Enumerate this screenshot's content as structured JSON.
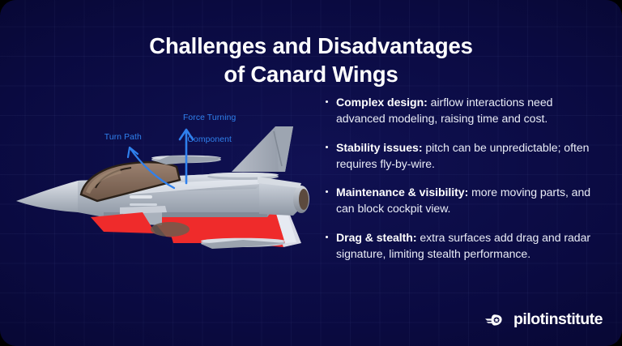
{
  "slide": {
    "title_line1": "Challenges and Disadvantages",
    "title_line2": "of Canard Wings",
    "background_color": "#0b0b44",
    "accent_color": "#2f80ed",
    "wing_color": "#ef2b2b",
    "body_text_color": "#e9ecf6"
  },
  "bullets": [
    {
      "lead": "Complex design:",
      "text": " airflow interactions need advanced modeling, raising time and cost."
    },
    {
      "lead": "Stability issues:",
      "text": " pitch can be unpredictable; often requires fly-by-wire."
    },
    {
      "lead": "Maintenance & visibility:",
      "text": " more moving parts, and can block cockpit view."
    },
    {
      "lead": "Drag & stealth:",
      "text": " extra surfaces add drag and radar signature, limiting stealth performance."
    }
  ],
  "annotations": {
    "turn_path": "Turn Path",
    "force_turning_line1": "Force Turning",
    "force_turning_line2": "Component"
  },
  "illustration": {
    "subject": "canard-wing-fighter-jet",
    "fuselage_color": "#b9bfc9",
    "canopy_color": "#8a6f5c",
    "wing_color": "#ef2b2b"
  },
  "logo": {
    "brand": "pilotinstitute",
    "icon": "winged-star-badge-icon"
  }
}
